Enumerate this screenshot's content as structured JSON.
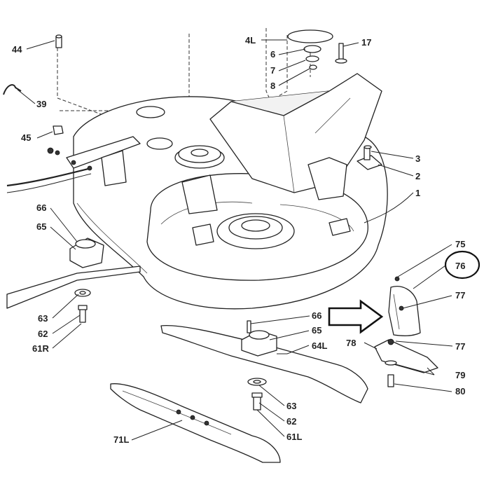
{
  "labels": {
    "l44": "44",
    "l4L": "4L",
    "l6": "6",
    "l17": "17",
    "l7": "7",
    "l8": "8",
    "l39": "39",
    "l45": "45",
    "l3": "3",
    "l2": "2",
    "l1": "1",
    "l66a": "66",
    "l65a": "65",
    "l63a": "63",
    "l62a": "62",
    "l61R": "61R",
    "l75": "75",
    "l76": "76",
    "l77a": "77",
    "l66b": "66",
    "l65b": "65",
    "l64L": "64L",
    "l78": "78",
    "l77b": "77",
    "l79": "79",
    "l80": "80",
    "l63b": "63",
    "l62b": "62",
    "l61L": "61L",
    "l71L": "71L"
  },
  "highlight": {
    "circled_part": "76",
    "arrow_target": "76"
  },
  "colors": {
    "line": "#222222",
    "background": "#ffffff"
  }
}
